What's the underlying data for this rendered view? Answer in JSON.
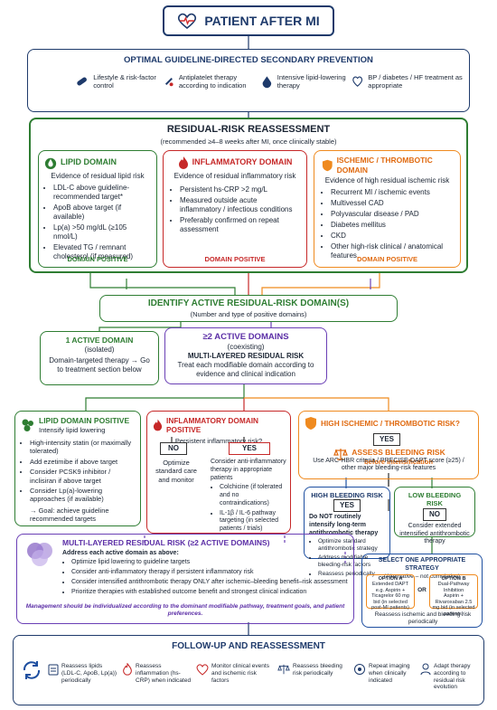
{
  "header": {
    "title": "PATIENT AFTER MI"
  },
  "optimal": {
    "title": "OPTIMAL GUIDELINE-DIRECTED SECONDARY PREVENTION",
    "items": [
      {
        "icon": "pill-icon",
        "label": "Lifestyle & risk-factor control"
      },
      {
        "icon": "antiplatelet-icon",
        "label": "Antiplatelet therapy according to indication"
      },
      {
        "icon": "droplet-icon",
        "label": "Intensive lipid-lowering therapy"
      },
      {
        "icon": "bp-icon",
        "label": "BP / diabetes / HF treatment as appropriate"
      }
    ]
  },
  "reassessment": {
    "title": "RESIDUAL-RISK REASSESSMENT",
    "subtitle": "(recommended ≥4–8 weeks after MI, once clinically stable)",
    "lipid": {
      "title": "LIPID DOMAIN",
      "subtitle": "Evidence of residual lipid risk",
      "items": [
        "LDL-C above guideline-recommended target*",
        "ApoB above target (if available)",
        "Lp(a) >50 mg/dL (≥105 nmol/L)",
        "Elevated TG / remnant cholesterol (if measured)"
      ],
      "footer": "DOMAIN POSITIVE"
    },
    "inflammatory": {
      "title": "INFLAMMATORY DOMAIN",
      "subtitle": "Evidence of residual inflammatory risk",
      "items": [
        "Persistent hs-CRP >2 mg/L",
        "Measured outside acute inflammatory / infectious conditions",
        "Preferably confirmed on repeat assessment"
      ],
      "footer": "DOMAIN POSITIVE"
    },
    "ischemic": {
      "title": "ISCHEMIC / THROMBOTIC DOMAIN",
      "subtitle": "Evidence of high residual ischemic risk",
      "items": [
        "Recurrent MI / ischemic events",
        "Multivessel CAD",
        "Polyvascular disease / PAD",
        "Diabetes mellitus",
        "CKD",
        "Other high-risk clinical / anatomical features"
      ],
      "footer": "DOMAIN POSITIVE"
    }
  },
  "identify": {
    "title": "IDENTIFY ACTIVE RESIDUAL-RISK DOMAIN(S)",
    "subtitle": "(Number and type of positive domains)"
  },
  "one_domain": {
    "title": "1 ACTIVE DOMAIN",
    "subtitle": "(isolated)",
    "text": "Domain-targeted therapy → Go to treatment section below"
  },
  "multi_domain": {
    "title": "≥2 ACTIVE DOMAINS",
    "subtitle": "(coexisting)",
    "heading": "MULTI-LAYERED RESIDUAL RISK",
    "text": "Treat each modifiable domain according to evidence and clinical indication"
  },
  "lipid_positive": {
    "title": "LIPID DOMAIN POSITIVE",
    "subtitle": "Intensify lipid lowering",
    "items": [
      "High-intensity statin (or maximally tolerated)",
      "Add ezetimibe if above target",
      "Consider PCSK9 inhibitor / inclisiran if above target",
      "Consider Lp(a)-lowering approaches (if available)"
    ],
    "goal": "→ Goal: achieve guideline recommended targets"
  },
  "inflam_positive": {
    "title": "INFLAMMATORY DOMAIN POSITIVE",
    "question": "Persistent inflammatory risk?",
    "no_label": "NO",
    "yes_label": "YES",
    "no_text": "Optimize standard care and monitor",
    "yes_text": "Consider anti-inflammatory therapy in appropriate patients",
    "yes_items": [
      "Colchicine (if tolerated and no contraindications)",
      "IL-1β / IL-6 pathway targeting (in selected patients / trials)"
    ]
  },
  "ischemic_positive": {
    "title": "HIGH ISCHEMIC / THROMBOTIC RISK?",
    "yes_label": "YES",
    "bleeding_title": "ASSESS BLEEDING RISK",
    "bleeding_sub": "before intensification",
    "bleeding_text": "Use ARC-HBR criteria / PRECISE-DAPT score (≥25) / other major bleeding-risk features",
    "high_bleeding": {
      "title": "HIGH BLEEDING RISK",
      "yes_label": "YES",
      "text": "Do NOT routinely intensify long-term antithrombotic therapy",
      "items": [
        "Optimize standard antithrombotic strategy",
        "Address modifiable bleeding-risk factors",
        "Reassess periodically"
      ]
    },
    "low_bleeding": {
      "title": "LOW BLEEDING RISK",
      "no_label": "NO",
      "text": "Consider extended intensified antithrombotic therapy"
    },
    "strategy": {
      "title": "SELECT ONE APPROPRIATE STRATEGY",
      "subtitle": "(Alternative – not cumulative)",
      "option_a_title": "OPTION A",
      "option_a_name": "Extended DAPT",
      "option_a_text": "e.g. Aspirin + Ticagrelor 60 mg bid (in selected post-MI patients)",
      "or_label": "OR",
      "option_b_title": "OPTION B",
      "option_b_name": "Dual-Pathway Inhibition",
      "option_b_text": "Aspirin + Rivaroxaban 2.5 mg bid (in selected patients)",
      "footer": "Reassess ischemic and bleeding risk periodically"
    }
  },
  "multi_layered": {
    "title": "MULTI-LAYERED RESIDUAL RISK (≥2 ACTIVE DOMAINS)",
    "subtitle": "Address each active domain as above:",
    "items": [
      "Optimize lipid lowering to guideline targets",
      "Consider anti-inflammatory therapy if persistent inflammatory risk",
      "Consider intensified antithrombotic therapy ONLY after ischemic–bleeding benefit–risk assessment",
      "Prioritize therapies with established outcome benefit and strongest clinical indication"
    ],
    "note": "Management should be individualized according to the dominant modifiable pathway, treatment goals, and patient preferences."
  },
  "followup": {
    "title": "FOLLOW-UP AND REASSESSMENT",
    "items": [
      {
        "icon": "clipboard-icon",
        "label": "Reassess lipids (LDL-C, ApoB, Lp(a)) periodically"
      },
      {
        "icon": "flame-icon",
        "label": "Reassess inflammation (hs-CRP) when indicated"
      },
      {
        "icon": "heart-monitor-icon",
        "label": "Monitor clinical events and ischemic risk factors"
      },
      {
        "icon": "scale-icon",
        "label": "Reassess bleeding risk periodically"
      },
      {
        "icon": "imaging-icon",
        "label": "Repeat imaging when clinically indicated"
      },
      {
        "icon": "adjust-icon",
        "label": "Adapt therapy according to residual risk evolution"
      }
    ]
  },
  "colors": {
    "navy": "#1e3a6b",
    "green": "#2e7d32",
    "red": "#c62828",
    "orange": "#ef8a1f",
    "purple": "#6a3fb5",
    "blue": "#1e4fa0"
  }
}
